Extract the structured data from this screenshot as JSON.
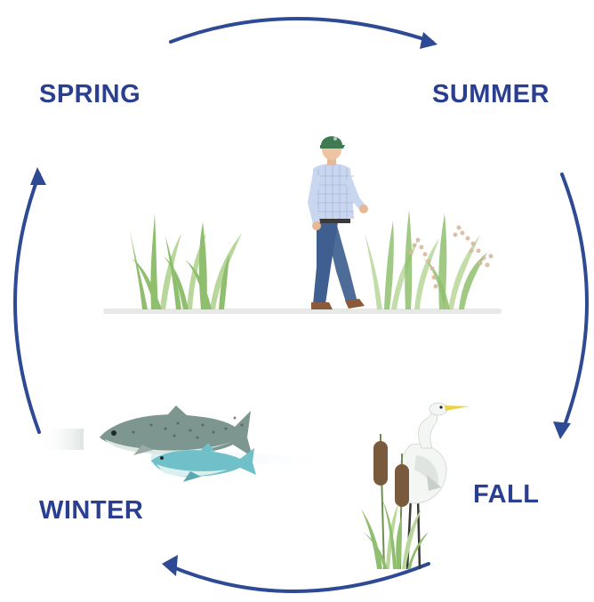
{
  "labels": {
    "spring": "SPRING",
    "summer": "SUMMER",
    "fall": "FALL",
    "winter": "WINTER"
  },
  "colors": {
    "label": "#2a3f8f",
    "arrow": "#2f4a94",
    "grass": "#8fbf6e",
    "grass_light": "#b9d79a",
    "shirt": "#c9d6f0",
    "pants": "#3e5f8f",
    "cap": "#3f7a52",
    "salmon_back": "#7d9690",
    "salmon_belly": "#dfe7e3",
    "fish_blue": "#6fc0c8",
    "cattail": "#7a5a3d",
    "egret": "#f4f6f4",
    "egret_beak": "#e8d44a",
    "ground": "#e6e9e6"
  },
  "icons": {
    "cycle_arrows": "clockwise-arrow-icons",
    "summer_figure": "farmer-walking-icon",
    "rice_plants": "rice-plant-icon",
    "winter_figure": "salmon-fish-icon",
    "fall_figure": "egret-bird-icon",
    "cattails": "cattail-plant-icon"
  }
}
